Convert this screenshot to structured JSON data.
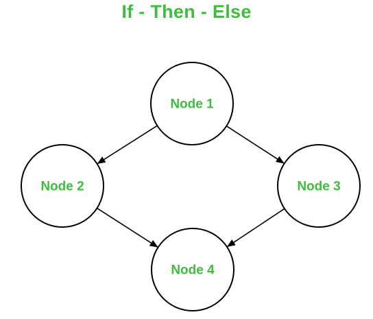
{
  "title": "If - Then - Else",
  "nodes": [
    {
      "id": "n1",
      "label": "Node 1"
    },
    {
      "id": "n2",
      "label": "Node 2"
    },
    {
      "id": "n3",
      "label": "Node 3"
    },
    {
      "id": "n4",
      "label": "Node 4"
    }
  ],
  "edges": [
    {
      "from": "n1",
      "to": "n2"
    },
    {
      "from": "n1",
      "to": "n3"
    },
    {
      "from": "n2",
      "to": "n4"
    },
    {
      "from": "n3",
      "to": "n4"
    }
  ],
  "colors": {
    "label": "#3dbf3d",
    "stroke": "#000000",
    "background": "#ffffff"
  }
}
